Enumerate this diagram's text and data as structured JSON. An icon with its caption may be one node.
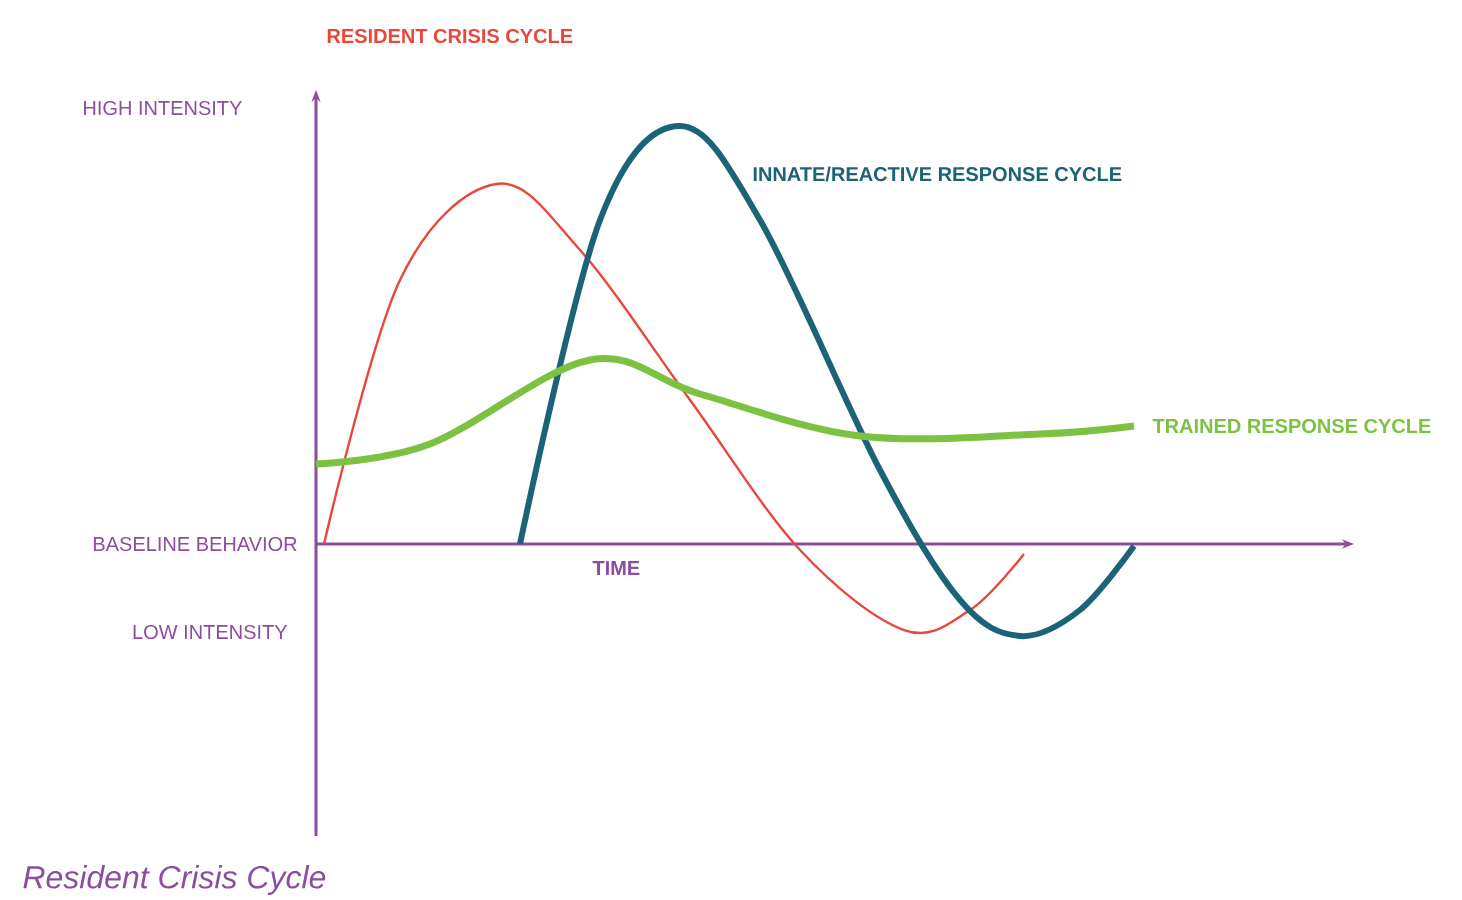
{
  "diagram": {
    "caption": "Resident Crisis Cycle",
    "labels": [
      "RESIDENT CRISIS CYCLE",
      "HIGH INTENSITY",
      "INNATE/REACTIVE RESPONSE CYCLE",
      "TRAINED RESPONSE CYCLE",
      "BASELINE BEHAVIOR",
      "TIME",
      "LOW INTENSITY"
    ]
  }
}
